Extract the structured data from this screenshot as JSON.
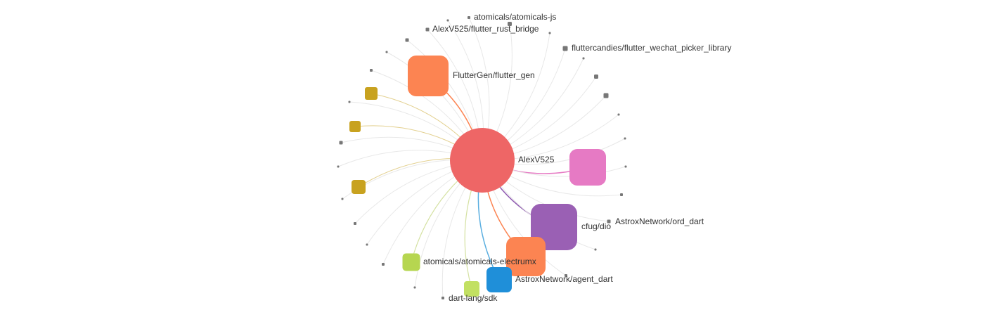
{
  "graph": {
    "center": {
      "label": "AlexV525",
      "color": "#ee6666"
    },
    "labeled_nodes": [
      {
        "id": "flutter_gen",
        "label": "FlutterGen/flutter_gen",
        "color": "#fc8452"
      },
      {
        "id": "atomicals_js",
        "label": "atomicals/atomicals-js",
        "color": "#777777"
      },
      {
        "id": "flutter_rust_bridge",
        "label": "AlexV525/flutter_rust_bridge",
        "color": "#777777"
      },
      {
        "id": "wechat_picker",
        "label": "fluttercandies/flutter_wechat_picker_library",
        "color": "#777777"
      },
      {
        "id": "ord_dart",
        "label": "AstroxNetwork/ord_dart",
        "color": "#777777"
      },
      {
        "id": "dio",
        "label": "cfug/dio",
        "color": "#9a60b4"
      },
      {
        "id": "electrumx",
        "label": "atomicals/atomicals-electrumx",
        "color": "#b6d650"
      },
      {
        "id": "agent_dart",
        "label": "AstroxNetwork/agent_dart",
        "color": "#1f8fd9"
      },
      {
        "id": "dart_sdk",
        "label": "dart-lang/sdk",
        "color": "#777777"
      }
    ],
    "edge_colors": {
      "gold": "#c8a21f",
      "pink": "#e67ac4",
      "purple": "#8e58b0",
      "orange": "#fc8452",
      "blue": "#5aaee0",
      "green": "#c9d98a",
      "gray": "#e8e8e8"
    },
    "node_colors": {
      "gold": "#c8a21f",
      "pink": "#e67ac4",
      "orange": "#fc8452",
      "lime_light": "#c2e062",
      "gray": "#777777"
    }
  }
}
